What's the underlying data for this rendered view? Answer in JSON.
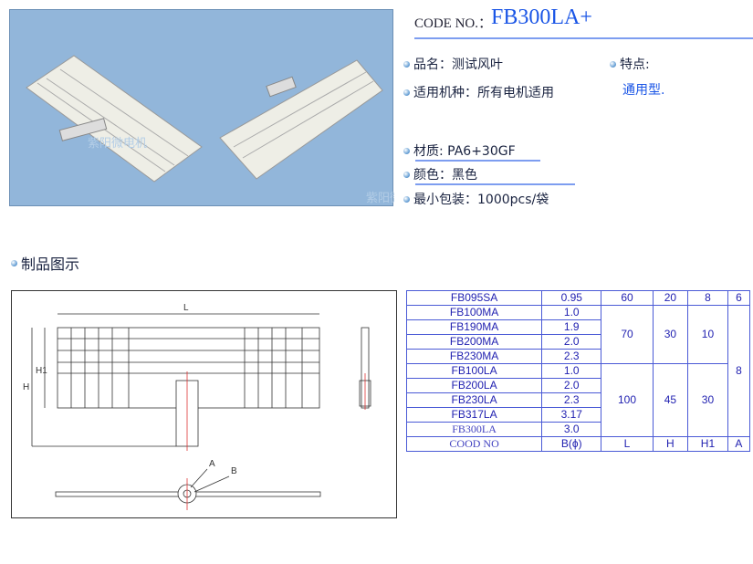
{
  "header": {
    "code_label": "CODE NO.：",
    "code_value": "FB300LA+"
  },
  "info": {
    "name": "品名：测试风叶",
    "usage": "适用机种：所有电机适用",
    "feature_label": "特点:",
    "feature_value": "通用型.",
    "material": "材质: PA6+30GF",
    "color": "颜色：黑色",
    "packing": "最小包装：1000pcs/袋"
  },
  "section_title": "制品图示",
  "watermark": "紫阳微电机",
  "drawing": {
    "label_L": "L",
    "label_H": "H",
    "label_H1": "H1",
    "label_A": "A",
    "label_B": "B"
  },
  "table": {
    "header": [
      "COOD NO",
      "B(ϕ)",
      "L",
      "H",
      "H1",
      "A"
    ],
    "rows": [
      {
        "code": "FB095SA",
        "b": "0.95",
        "L": "60",
        "H": "20",
        "H1": "8",
        "A": "6"
      },
      {
        "code": "FB100MA",
        "b": "1.0"
      },
      {
        "code": "FB190MA",
        "b": "1.9"
      },
      {
        "code": "FB200MA",
        "b": "2.0"
      },
      {
        "code": "FB230MA",
        "b": "2.3"
      },
      {
        "code": "FB100LA",
        "b": "1.0"
      },
      {
        "code": "FB200LA",
        "b": "2.0"
      },
      {
        "code": "FB230LA",
        "b": "2.3"
      },
      {
        "code": "FB317LA",
        "b": "3.17"
      },
      {
        "code": "FB300LA",
        "b": "3.0"
      }
    ],
    "group_ma": {
      "L": "70",
      "H": "30",
      "H1": "10"
    },
    "group_la": {
      "L": "100",
      "H": "45",
      "H1": "30"
    },
    "group_a": "8"
  }
}
